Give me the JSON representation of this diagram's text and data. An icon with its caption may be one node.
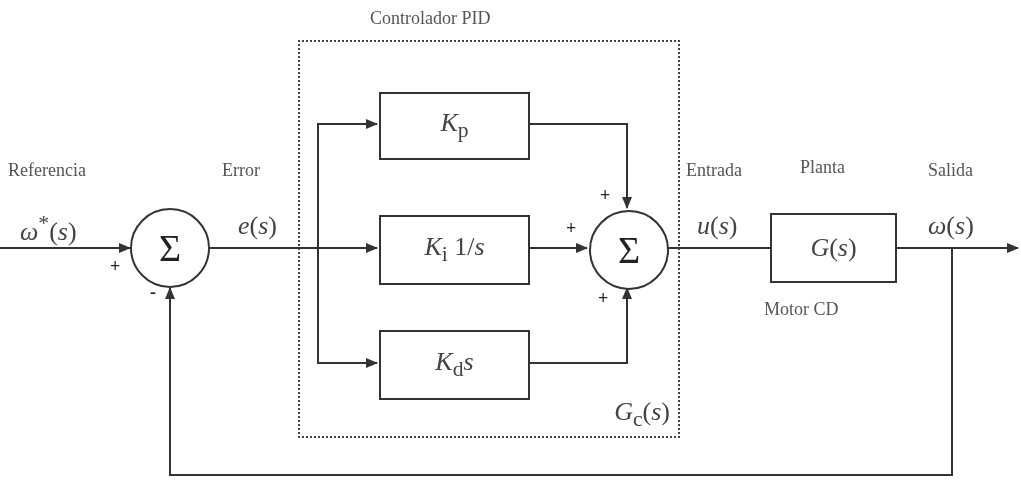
{
  "diagram": {
    "nodes": [
      {
        "text": [
          "Controlador PID",
          "*G*$_{c}$(*s*)"
        ]
      },
      {
        "text": [
          "Σ"
        ]
      },
      {
        "text": [
          "*K*$_{p}$"
        ],
        "in": 0
      },
      {
        "text": [
          "*K*$_{i}$ 1/*s*"
        ],
        "in": 0
      },
      {
        "text": [
          "*K*$_{d}$*s*"
        ],
        "in": 0
      },
      {
        "text": [
          "Σ"
        ],
        "in": 0
      },
      {
        "text": [
          "*G*(*s*)"
        ],
        "beside": [
          "Planta",
          "Motor CD"
        ]
      }
    ],
    "edges": [
      {
        "from": null,
        "to": 1,
        "arrow": "to"
      },
      {
        "from": 1,
        "to": 2,
        "arrow": "to"
      },
      {
        "from": 1,
        "to": 3,
        "arrow": "to"
      },
      {
        "from": 1,
        "to": 4,
        "arrow": "to"
      },
      {
        "from": 2,
        "to": 5,
        "arrow": "to"
      },
      {
        "from": 3,
        "to": 5,
        "arrow": "to"
      },
      {
        "from": 4,
        "to": 5,
        "arrow": "to"
      },
      {
        "from": 5,
        "to": 6,
        "arrow": "none"
      },
      {
        "from": 6,
        "to": null,
        "arrow": "to"
      },
      {
        "from": 6,
        "to": 1,
        "arrow": "to"
      }
    ],
    "labels": [
      "Referencia",
      "Error",
      "Entrada",
      "Salida",
      "*ω*$^{*}$(*s*)",
      "*e*(*s*)",
      "*u*(*s*)",
      "*ω*(*s*)",
      "+",
      "-",
      "+",
      "+",
      "+"
    ]
  }
}
